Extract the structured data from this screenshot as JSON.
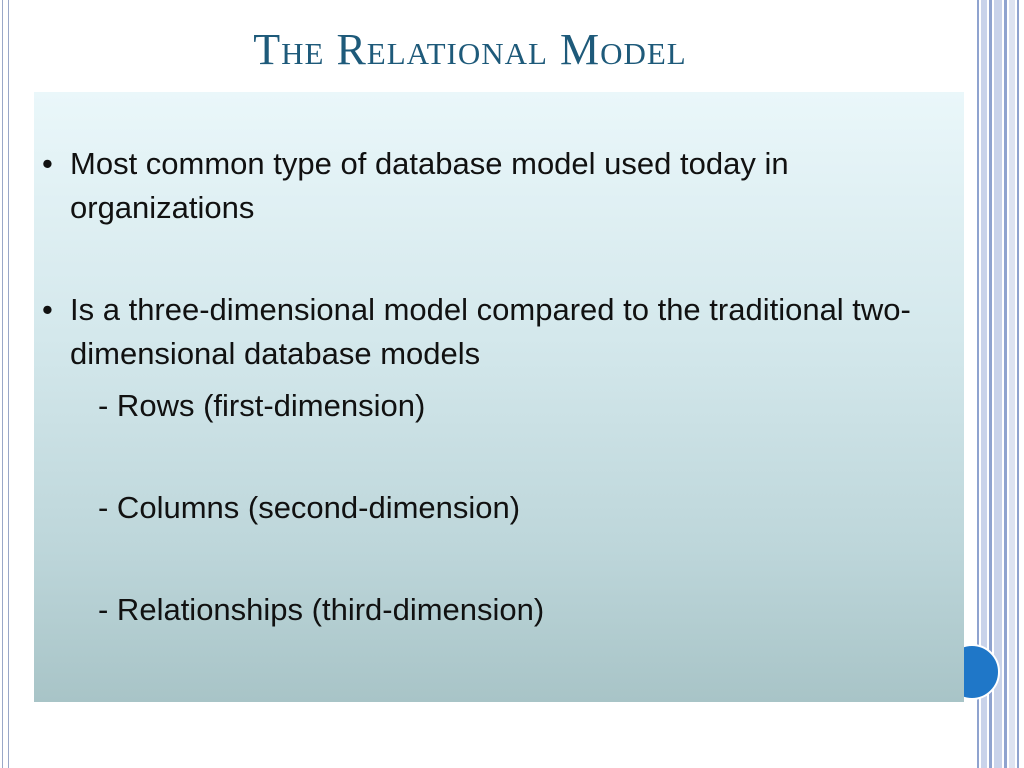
{
  "slide": {
    "title": "The Relational Model",
    "bullets": [
      {
        "marker": "•",
        "text": "Most common type of database model used today in organizations"
      },
      {
        "marker": "•",
        "text": "Is a three-dimensional model compared to the traditional two-dimensional database models"
      }
    ],
    "sub_items": [
      "- Rows (first-dimension)",
      "- Columns (second-dimension)",
      "- Relationships (third-dimension)"
    ]
  },
  "colors": {
    "title": "#1e5a7a",
    "accent_circle": "#1f77c8",
    "stripe_dark": "#8fa3cf",
    "stripe_light": "#c9d3ea"
  }
}
